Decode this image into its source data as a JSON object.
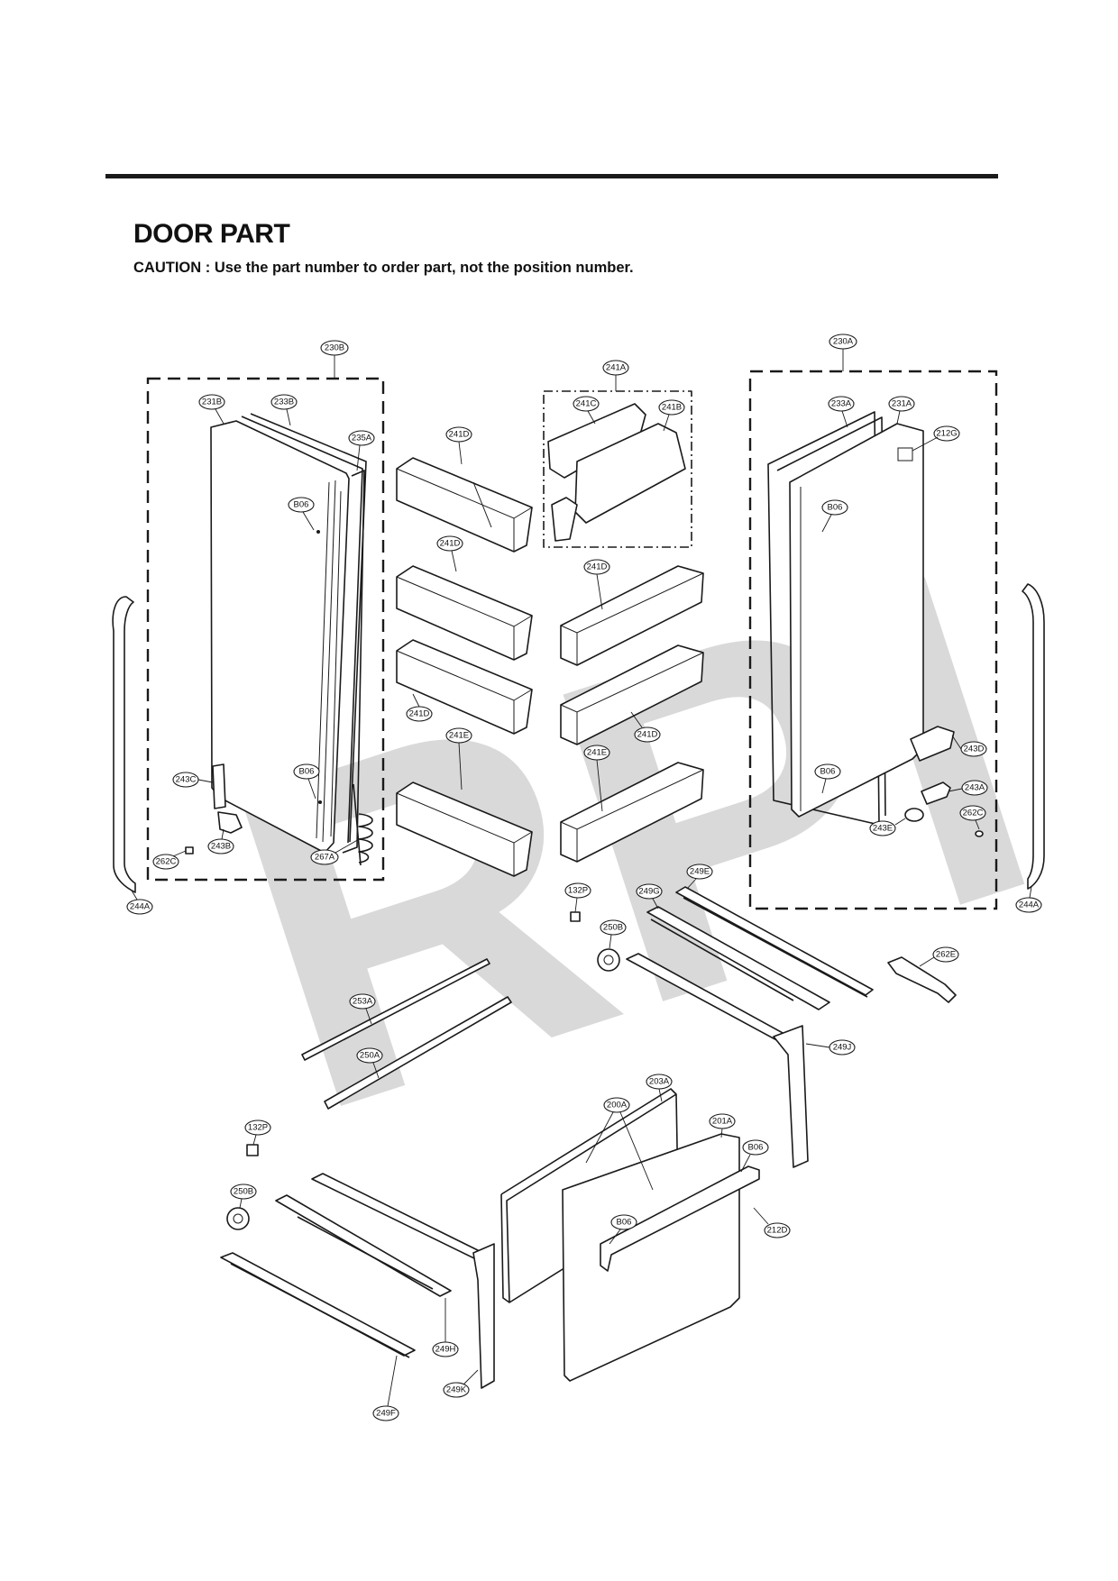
{
  "title": "DOOR PART",
  "caution": "CAUTION : Use the part number to order part, not the position number.",
  "watermark": "RPI",
  "colors": {
    "line": "#1a1a1a",
    "watermark": "#d9d9d9",
    "background": "#ffffff"
  },
  "callouts": {
    "c230B": "230B",
    "c231B": "231B",
    "c233B": "233B",
    "c235A": "235A",
    "c241D_a": "241D",
    "c241A": "241A",
    "c241C": "241C",
    "c241B": "241B",
    "c230A": "230A",
    "c233A": "233A",
    "c231A": "231A",
    "c212G": "212G",
    "cB06_a": "B06",
    "cB06_b": "B06",
    "cB06_c": "B06",
    "cB06_d": "B06",
    "cB06_e": "B06",
    "cB06_f": "B06",
    "c241D_b": "241D",
    "c241D_c": "241D",
    "c241D_d": "241D",
    "c241D_e": "241D",
    "c241E_a": "241E",
    "c241E_b": "241E",
    "c243C": "243C",
    "c243B": "243B",
    "c262C_a": "262C",
    "c267A": "267A",
    "c244A_a": "244A",
    "c244A_b": "244A",
    "c243D": "243D",
    "c243A": "243A",
    "c262C_b": "262C",
    "c243E": "243E",
    "c132P_a": "132P",
    "c249G": "249G",
    "c249E": "249E",
    "c250B_a": "250B",
    "c262E": "262E",
    "c253A": "253A",
    "c250A": "250A",
    "c249J": "249J",
    "c203A": "203A",
    "c200A": "200A",
    "c201A": "201A",
    "c212D": "212D",
    "c132P_b": "132P",
    "c250B_b": "250B",
    "c249H": "249H",
    "c249K": "249K",
    "c249F": "249F"
  }
}
